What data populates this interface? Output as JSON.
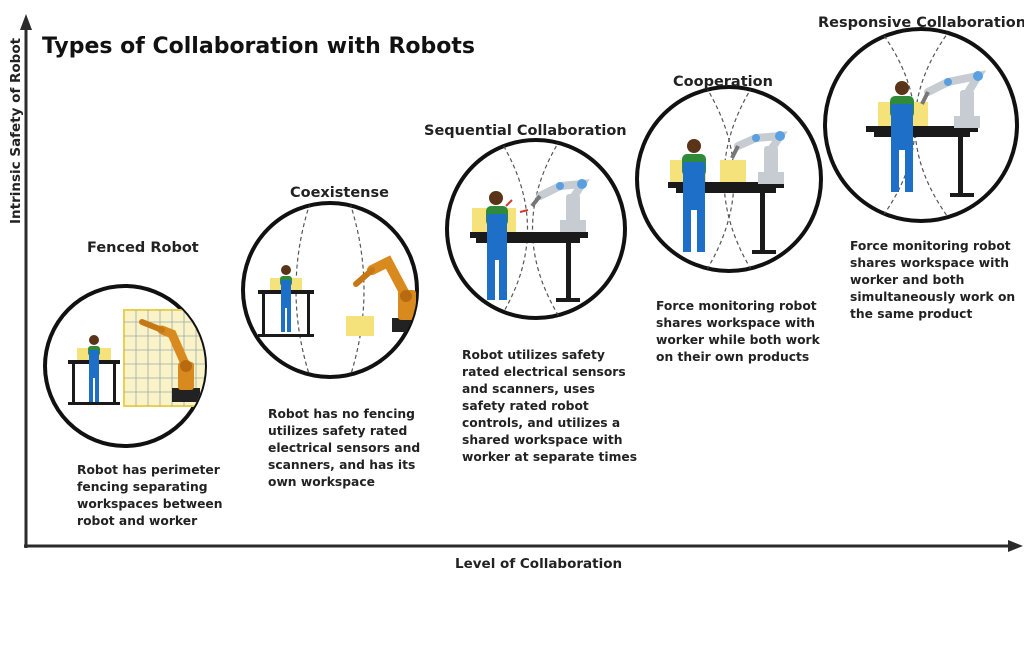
{
  "title": "Types of Collaboration with Robots",
  "axes": {
    "x_label": "Level of Collaboration",
    "y_label": "Intrinsic Safety of Robot"
  },
  "stages": [
    {
      "title": "Fenced Robot",
      "description": [
        "Robot has perimeter",
        "fencing separating",
        "workspaces between",
        "robot and worker"
      ]
    },
    {
      "title": "Coexistense",
      "description": [
        "Robot has no fencing",
        "utilizes safety rated",
        "electrical sensors and",
        "scanners, and has its",
        "own workspace"
      ]
    },
    {
      "title": "Sequential Collaboration",
      "description": [
        "Robot utilizes safety",
        "rated electrical sensors",
        "and scanners, uses",
        "safety rated robot",
        "controls, and utilizes a",
        "shared workspace with",
        "worker at separate times"
      ]
    },
    {
      "title": "Cooperation",
      "description": [
        "Force monitoring robot",
        "shares workspace with",
        "worker while both work",
        "on their own products"
      ]
    },
    {
      "title": "Responsive Collaboration",
      "description": [
        "Force monitoring robot",
        "shares workspace with",
        "worker and both",
        "simultaneously work on",
        "the same product"
      ]
    }
  ],
  "colors": {
    "axis": "#2b2b2b",
    "circle": "#111111",
    "worker_overalls": "#1e6fc8",
    "worker_shirt": "#2f8a3a",
    "worker_hair": "#5a3418",
    "box": "#f6e27a",
    "industrial_robot": "#d98a1e",
    "cobot": "#c7ccd2",
    "cobot_joint": "#5aa0e0",
    "table": "#1a1a1a"
  }
}
